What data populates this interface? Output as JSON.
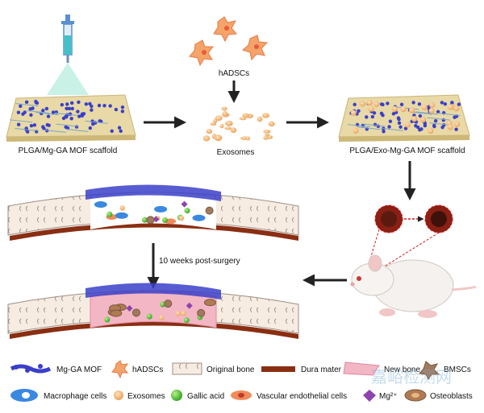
{
  "labels": {
    "scaffold_left": "PLGA/Mg-GA MOF scaffold",
    "hadscs": "hADSCs",
    "exosomes": "Exosomes",
    "scaffold_right": "PLGA/Exo-Mg-GA MOF scaffold",
    "post_surgery": "10 weeks post-surgery"
  },
  "legend": {
    "mof": "Mg-GA MOF",
    "hadscs": "hADSCs",
    "original_bone": "Original bone",
    "dura": "Dura mater",
    "new_bone": "New bone",
    "bmscs": "BMSCs",
    "macrophage": "Macrophage cells",
    "exosomes": "Exosomes",
    "gallic": "Gallic acid",
    "vascular": "Vascular endothelial cells",
    "mg": "Mg²⁺",
    "osteoblasts": "Osteoblasts"
  },
  "watermark": "嘉峪检测网",
  "colors": {
    "mof_blue": "#3b3fc9",
    "scaffold": "#e8d9a6",
    "exosome": "#f2b878",
    "dura": "#8a2e12",
    "new_bone": "#f2b6c4",
    "arrow": "#222222"
  }
}
